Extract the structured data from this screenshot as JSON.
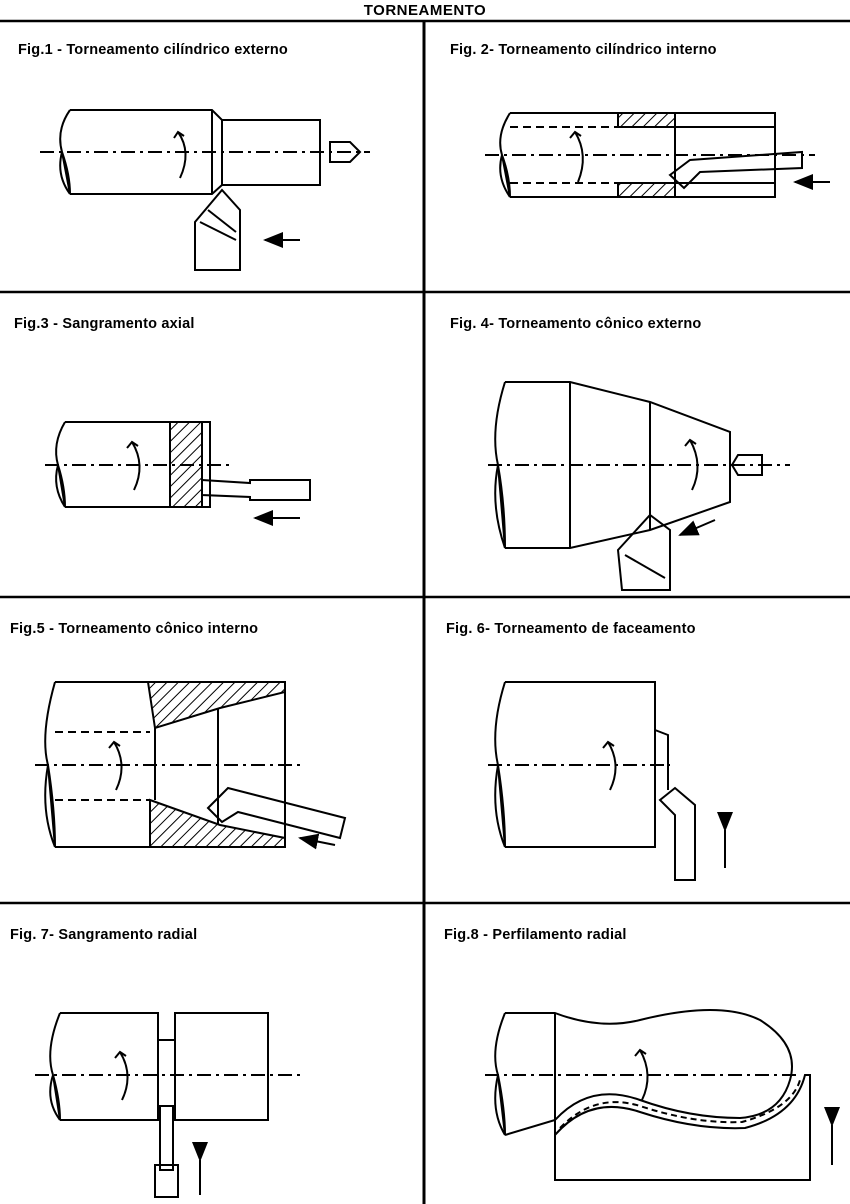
{
  "title": "TORNEAMENTO",
  "figures": [
    {
      "caption": "Fig.1 - Torneamento cilíndrico externo"
    },
    {
      "caption": "Fig. 2- Torneamento cilíndrico interno"
    },
    {
      "caption": "Fig.3 - Sangramento axial"
    },
    {
      "caption": "Fig. 4- Torneamento cônico externo"
    },
    {
      "caption": "Fig.5 - Torneamento cônico interno"
    },
    {
      "caption": "Fig. 6- Torneamento de faceamento"
    },
    {
      "caption": "Fig. 7- Sangramento radial"
    },
    {
      "caption": "Fig.8 - Perfilamento radial"
    }
  ]
}
